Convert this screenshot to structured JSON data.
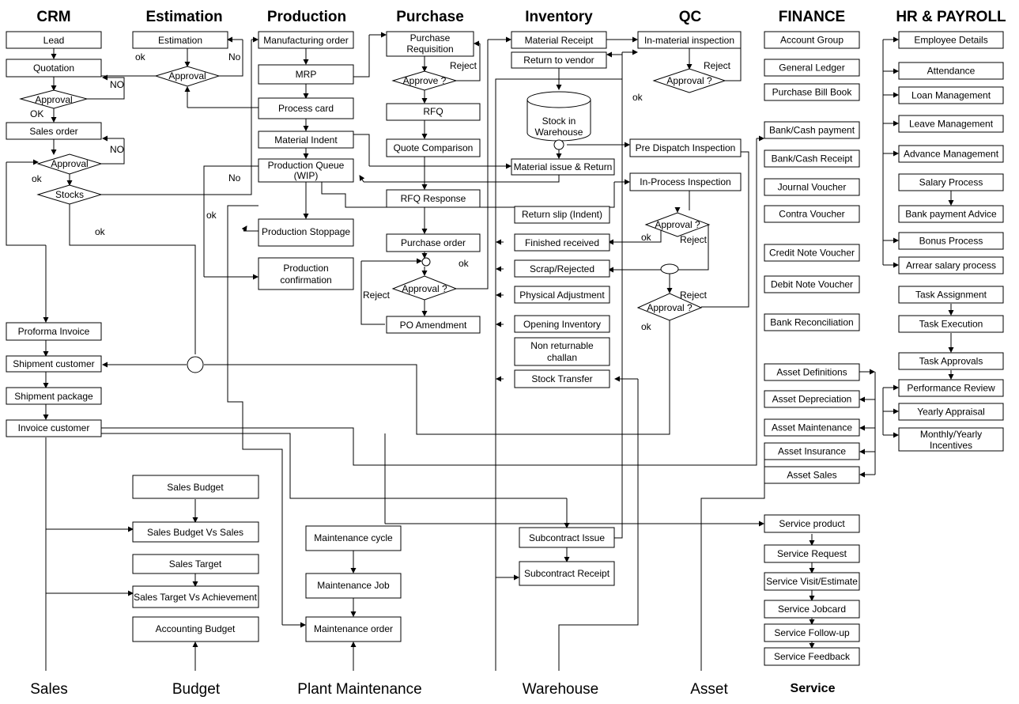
{
  "headers": {
    "crm": "CRM",
    "estimation": "Estimation",
    "production": "Production",
    "purchase": "Purchase",
    "inventory": "Inventory",
    "qc": "QC",
    "finance": "FINANCE",
    "hr": "HR & PAYROLL"
  },
  "footers": {
    "sales": "Sales",
    "budget": "Budget",
    "plant": "Plant Maintenance",
    "warehouse": "Warehouse",
    "asset": "Asset",
    "service": "Service"
  },
  "crm": {
    "lead": "Lead",
    "quotation": "Quotation",
    "approval1": "Approval",
    "sales_order": "Sales order",
    "approval2": "Approval",
    "stocks": "Stocks",
    "proforma": "Proforma Invoice",
    "shipment_customer": "Shipment customer",
    "shipment_package": "Shipment package",
    "invoice_customer": "Invoice customer"
  },
  "estimation": {
    "estimation": "Estimation",
    "approval": "Approval"
  },
  "production": {
    "manufacturing_order": "Manufacturing order",
    "mrp": "MRP",
    "process_card": "Process card",
    "material_indent": "Material Indent",
    "queue_line1": "Production Queue",
    "queue_line2": "(WIP)",
    "stoppage": "Production Stoppage",
    "confirm_line1": "Production",
    "confirm_line2": "confirmation"
  },
  "purchase": {
    "req_line1": "Purchase",
    "req_line2": "Requisition",
    "approve": "Approve ?",
    "rfq": "RFQ",
    "quote_comparison": "Quote Comparison",
    "rfq_response": "RFQ Response",
    "purchase_order": "Purchase order",
    "po_approval": "Approval ?",
    "po_amendment": "PO Amendment"
  },
  "inventory": {
    "material_receipt": "Material Receipt",
    "return_vendor": "Return to vendor",
    "stock_line1": "Stock in",
    "stock_line2": "Warehouse",
    "material_issue": "Material issue & Return",
    "return_slip": "Return slip (Indent)",
    "finished_received": "Finished received",
    "scrap": "Scrap/Rejected",
    "physical_adjustment": "Physical Adjustment",
    "opening_inventory": "Opening Inventory",
    "nrc_line1": "Non returnable",
    "nrc_line2": "challan",
    "stock_transfer": "Stock Transfer",
    "subcontract_issue": "Subcontract Issue",
    "subcontract_receipt": "Subcontract Receipt"
  },
  "qc": {
    "in_material": "In-material inspection",
    "approval1": "Approval ?",
    "pre_dispatch": "Pre Dispatch Inspection",
    "in_process": "In-Process Inspection",
    "approval2": "Approval ?",
    "approval3": "Approval ?"
  },
  "finance": {
    "items": [
      "Account Group",
      "General Ledger",
      "Purchase Bill Book",
      "Bank/Cash payment",
      "Bank/Cash Receipt",
      "Journal Voucher",
      "Contra Voucher",
      "Credit Note Voucher",
      "Debit Note Voucher",
      "Bank Reconciliation"
    ],
    "assets": [
      "Asset Definitions",
      "Asset Depreciation",
      "Asset Maintenance",
      "Asset Insurance",
      "Asset Sales"
    ],
    "service": [
      "Service product",
      "Service Request",
      "Service Visit/Estimate",
      "Service Jobcard",
      "Service Follow-up",
      "Service Feedback"
    ]
  },
  "hr": {
    "items": [
      "Employee Details",
      "Attendance",
      "Loan Management",
      "Leave Management",
      "Advance Management",
      "Salary Process",
      "Bank payment Advice",
      "Bonus Process",
      "Arrear salary process"
    ],
    "tasks": [
      "Task Assignment",
      "Task Execution",
      "Task Approvals",
      "Performance Review",
      "Yearly Appraisal"
    ],
    "incentives_line1": "Monthly/Yearly",
    "incentives_line2": "Incentives"
  },
  "budget": {
    "sales_budget": "Sales Budget",
    "budget_vs_sales": "Sales Budget Vs Sales",
    "sales_target": "Sales Target",
    "target_vs_achievement": "Sales Target Vs Achievement",
    "accounting_budget": "Accounting Budget"
  },
  "maintenance": {
    "cycle": "Maintenance cycle",
    "job": "Maintenance Job",
    "order": "Maintenance order"
  },
  "labels": {
    "ok": "ok",
    "OK": "OK",
    "no": "No",
    "NO": "NO",
    "reject": "Reject"
  }
}
